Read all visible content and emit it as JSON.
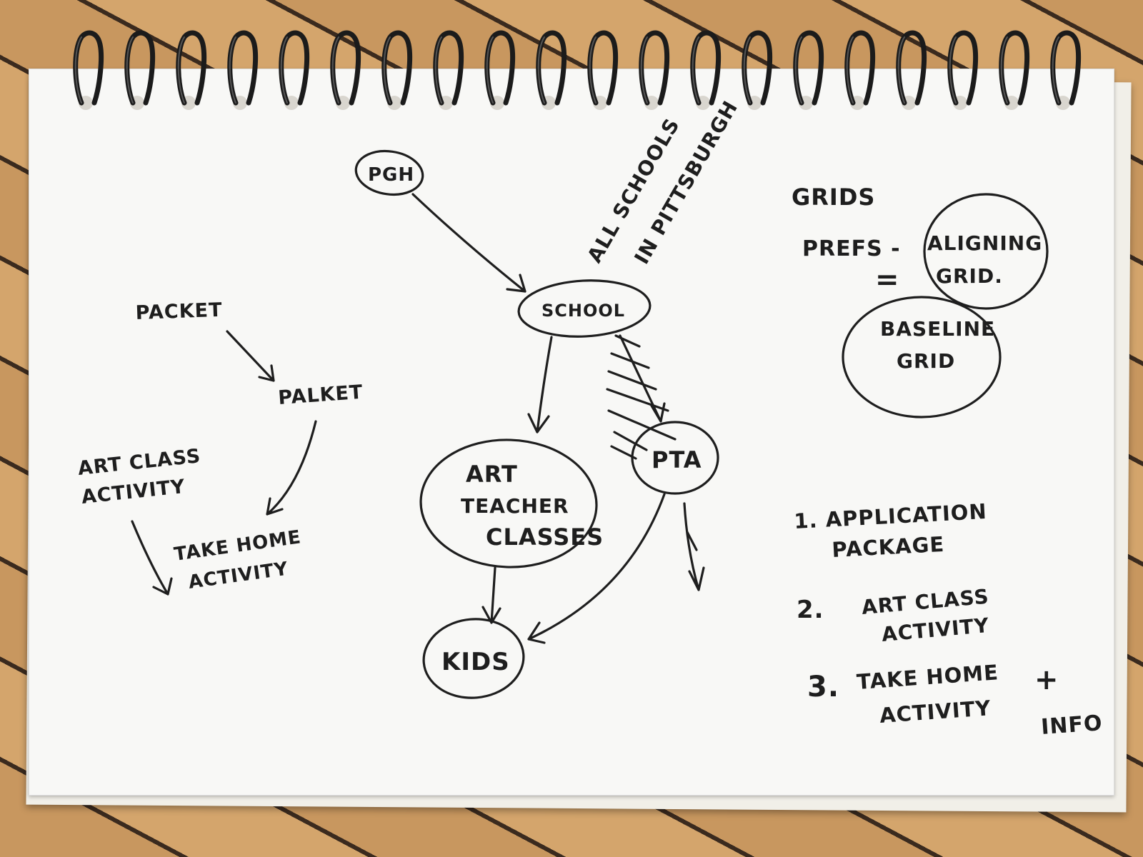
{
  "sketch": {
    "left_flow": {
      "packet_1": "PACKET",
      "packet_2": "PALKET",
      "art_class_1": "ART CLASS",
      "art_class_2": "ACTIVITY",
      "take_home_1": "TAKE HOME",
      "take_home_2": "ACTIVITY"
    },
    "center_flow": {
      "pgh": "PGH",
      "school": "SCHOOL",
      "annotation_1": "ALL SCHOOLS",
      "annotation_2": "IN PITTSBURGH",
      "art_teacher_1": "ART",
      "art_teacher_2": "TEACHER",
      "art_teacher_3": "CLASSES",
      "pta": "PTA",
      "kids": "KIDS"
    },
    "grids": {
      "title": "GRIDS",
      "prefs": "PREFS -",
      "aligning_1": "ALIGNING",
      "aligning_2": "GRID.",
      "equals": "=",
      "baseline_1": "BASELINE",
      "baseline_2": "GRID"
    },
    "list": {
      "item_1_a": "1. APPLICATION",
      "item_1_b": "PACKAGE",
      "item_2_num": "2.",
      "item_2_a": "ART CLASS",
      "item_2_b": "ACTIVITY",
      "item_3_num": "3.",
      "item_3_a": "TAKE HOME",
      "item_3_b": "ACTIVITY",
      "plus": "+",
      "info": "INFO"
    }
  }
}
